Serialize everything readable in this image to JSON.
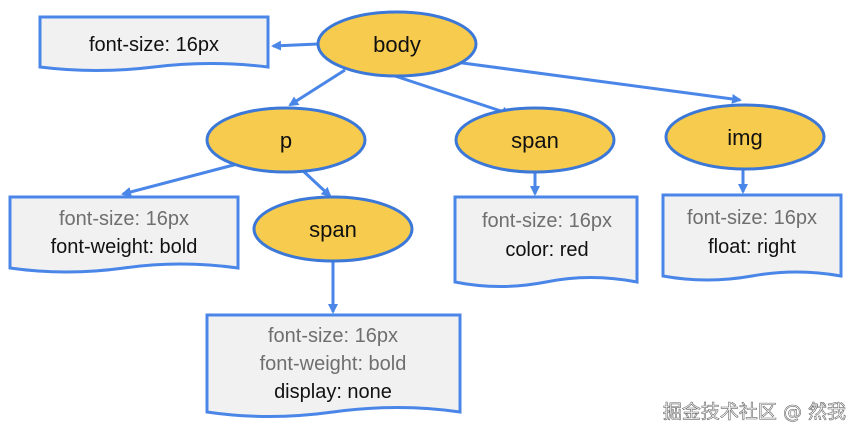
{
  "colors": {
    "node_fill": "#f7cb4d",
    "node_stroke": "#3c78d8",
    "note_fill": "#f1f1f1",
    "note_stroke": "#4a86e8",
    "arrow": "#4a86e8",
    "inherited_text": "#6f6f6f",
    "own_text": "#111111"
  },
  "nodes": {
    "body": "body",
    "p": "p",
    "span_p": "span",
    "span": "span",
    "img": "img"
  },
  "notes": {
    "body": [
      "font-size: 16px"
    ],
    "p": [
      "font-size: 16px",
      "font-weight: bold"
    ],
    "span_p": [
      "font-size: 16px",
      "font-weight: bold",
      "display: none"
    ],
    "span": [
      "font-size: 16px",
      "color: red"
    ],
    "img": [
      "font-size: 16px",
      "float: right"
    ]
  },
  "watermark": "掘金技术社区 @ 然我"
}
